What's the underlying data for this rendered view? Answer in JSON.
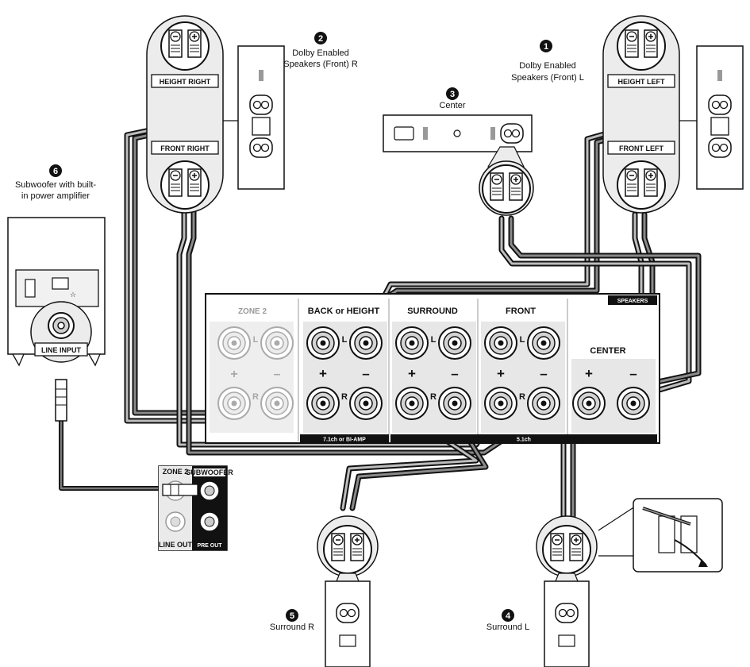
{
  "speakers": {
    "front_left": {
      "number": "1",
      "caption_line1": "Dolby Enabled",
      "caption_line2": "Speakers (Front) L",
      "height_label": "HEIGHT LEFT",
      "front_label": "FRONT LEFT"
    },
    "front_right": {
      "number": "2",
      "caption_line1": "Dolby Enabled",
      "caption_line2": "Speakers (Front) R",
      "height_label": "HEIGHT RIGHT",
      "front_label": "FRONT RIGHT"
    },
    "center": {
      "number": "3",
      "caption": "Center"
    },
    "surround_left": {
      "number": "4",
      "caption": "Surround L"
    },
    "surround_right": {
      "number": "5",
      "caption": "Surround R"
    },
    "subwoofer": {
      "number": "6",
      "caption_line1": "Subwoofer with built-",
      "caption_line2": "in power amplifier",
      "input_label": "LINE INPUT"
    }
  },
  "receiver": {
    "speakers_tag": "SPEAKERS",
    "zone2": "ZONE 2",
    "back_or_height": "BACK or HEIGHT",
    "surround": "SURROUND",
    "front": "FRONT",
    "center": "CENTER",
    "seven_one": "7.1ch or BI-AMP",
    "five_one": "5.1ch",
    "left": "L",
    "right": "R",
    "plus": "+",
    "minus": "–"
  },
  "preout": {
    "zone2": "ZONE 2",
    "subwoofer": "SUBWOOFER",
    "line_out": "LINE OUT",
    "pre_out": "PRE OUT"
  },
  "colors": {
    "ink": "#111111",
    "panel": "#e9e9e9",
    "terminal": "#cfcfcf",
    "cable_core": "#a9a9a9"
  }
}
